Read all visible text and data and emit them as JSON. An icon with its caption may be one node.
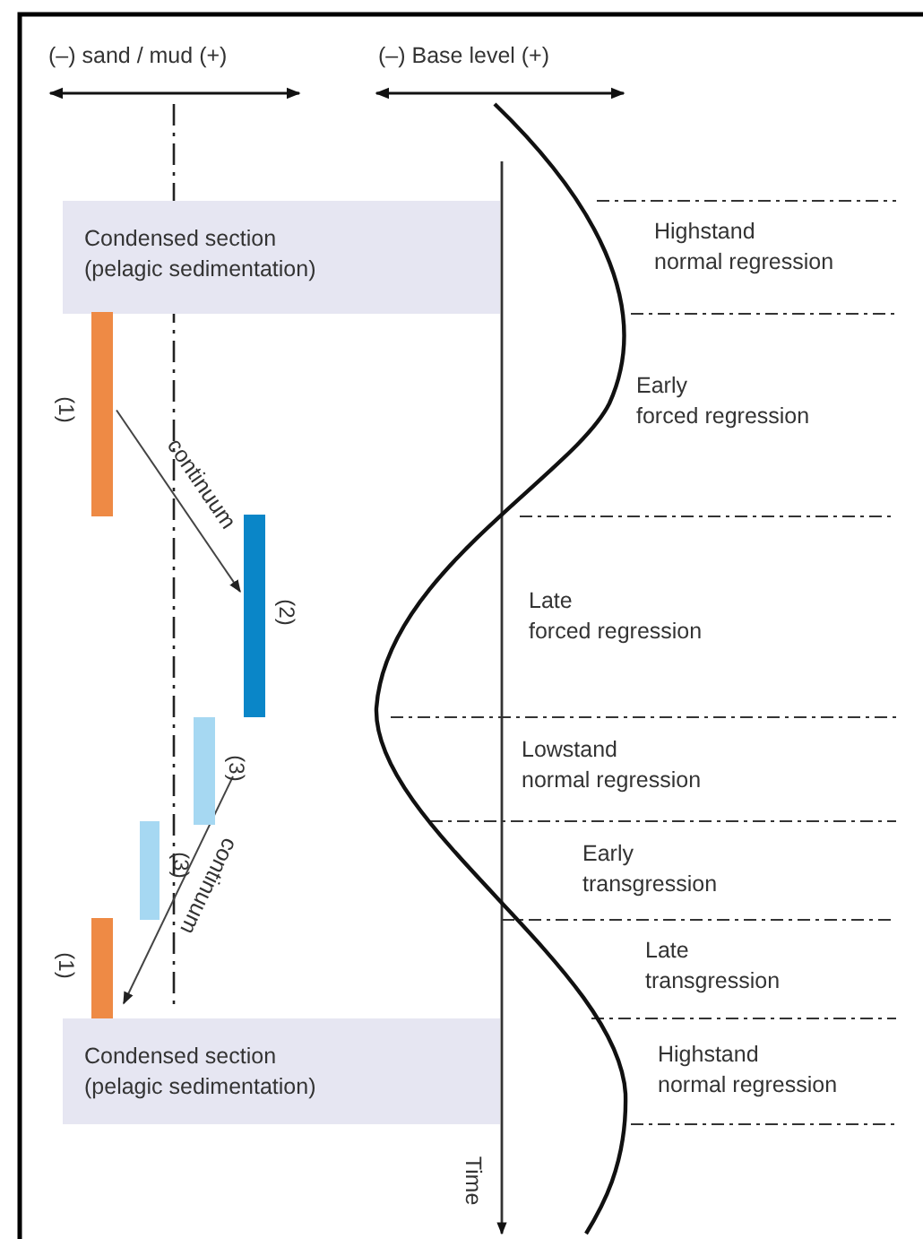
{
  "diagram": {
    "nodes": [
      {
        "text": [
          "Condensed section (pelagic sedimentation)"
        ]
      },
      {
        "text": [],
        "shape": "bar",
        "beside": [
          "(1)"
        ]
      },
      {
        "text": [],
        "shape": "bar",
        "beside": [
          "(2)"
        ]
      },
      {
        "text": [],
        "shape": "bar",
        "beside": [
          "(3)"
        ]
      },
      {
        "text": [],
        "shape": "bar",
        "beside": [
          "(3)"
        ]
      },
      {
        "text": [],
        "shape": "bar",
        "beside": [
          "(1)"
        ]
      },
      {
        "text": [
          "Condensed section (pelagic sedimentation)"
        ]
      }
    ],
    "edges": [
      {
        "from": 1,
        "to": 2,
        "arrow": "to",
        "label": "continuum"
      },
      {
        "from": 3,
        "to": 5,
        "arrow": "to",
        "label": "continuum"
      }
    ],
    "labels": [
      "(–) sand / mud (+)",
      "(–) Base level (+)",
      "Highstand normal regression",
      "Early forced regression",
      "Late forced regression",
      "Lowstand normal regression",
      "Early transgression",
      "Late transgression",
      "Highstand normal regression",
      "Time"
    ]
  }
}
